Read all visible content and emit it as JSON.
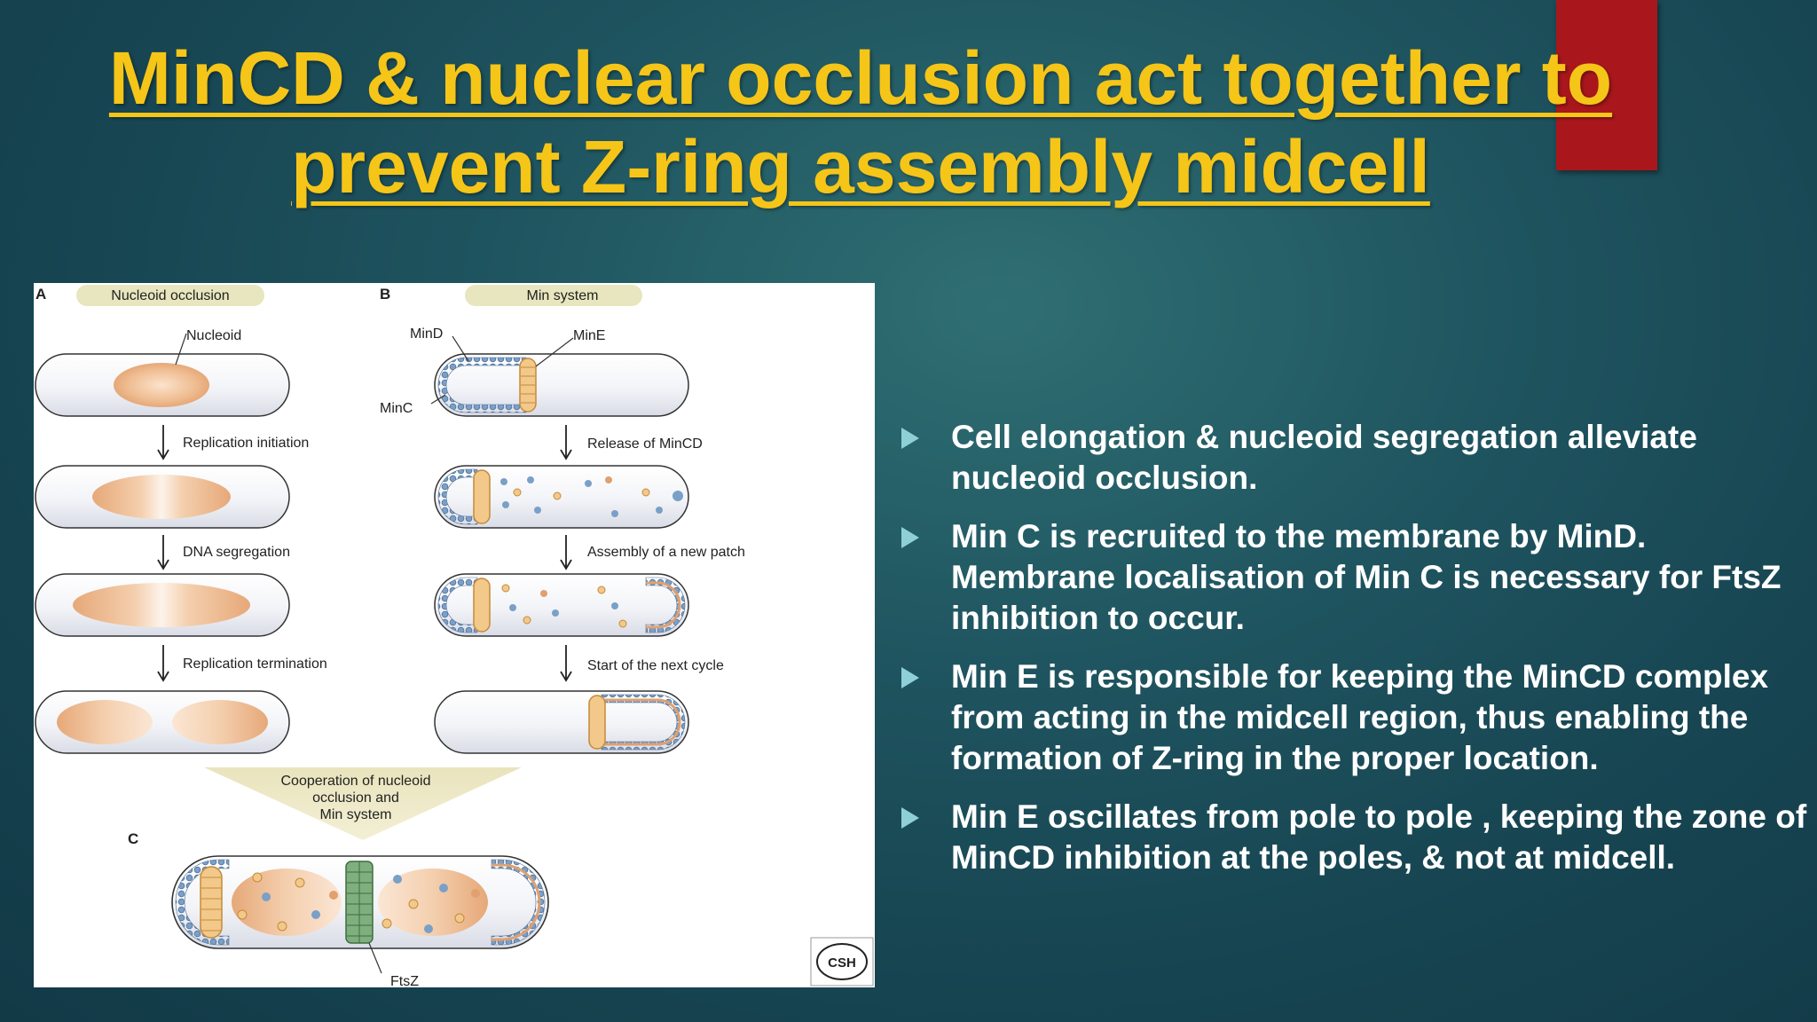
{
  "slide": {
    "title_line1": "MinCD & nuclear occlusion act together to",
    "title_line2": "prevent Z-ring assembly midcell"
  },
  "figure": {
    "panel_a_letter": "A",
    "panel_a_title": "Nucleoid occlusion",
    "panel_b_letter": "B",
    "panel_b_title": "Min system",
    "panel_c_letter": "C",
    "nucleoid_label": "Nucleoid",
    "mind_label": "MinD",
    "mine_label": "MinE",
    "minc_label": "MinC",
    "ftsz_label": "FtsZ",
    "step_a1": "Replication initiation",
    "step_a2": "DNA segregation",
    "step_a3": "Replication termination",
    "step_b1": "Release of MinCD",
    "step_b2": "Assembly of a new patch",
    "step_b3": "Start of the next cycle",
    "coop_line1": "Cooperation of nucleoid",
    "coop_line2": "occlusion and",
    "coop_line3": "Min system",
    "logo_text": "CSH"
  },
  "bullets": [
    "Cell elongation & nucleoid segregation alleviate nucleoid occlusion.",
    "Min C is recruited to the membrane by MinD. Membrane localisation of Min C is necessary for FtsZ inhibition to occur.",
    "Min E is responsible for keeping the MinCD complex from acting in the midcell region, thus enabling the formation of Z-ring in the proper location.",
    "Min E oscillates from pole to pole , keeping the zone of MinCD inhibition at the poles, & not at midcell."
  ],
  "colors": {
    "title": "#f5c518",
    "red_tab": "#a9171c",
    "bullet_arrow": "#8fd0d8"
  }
}
